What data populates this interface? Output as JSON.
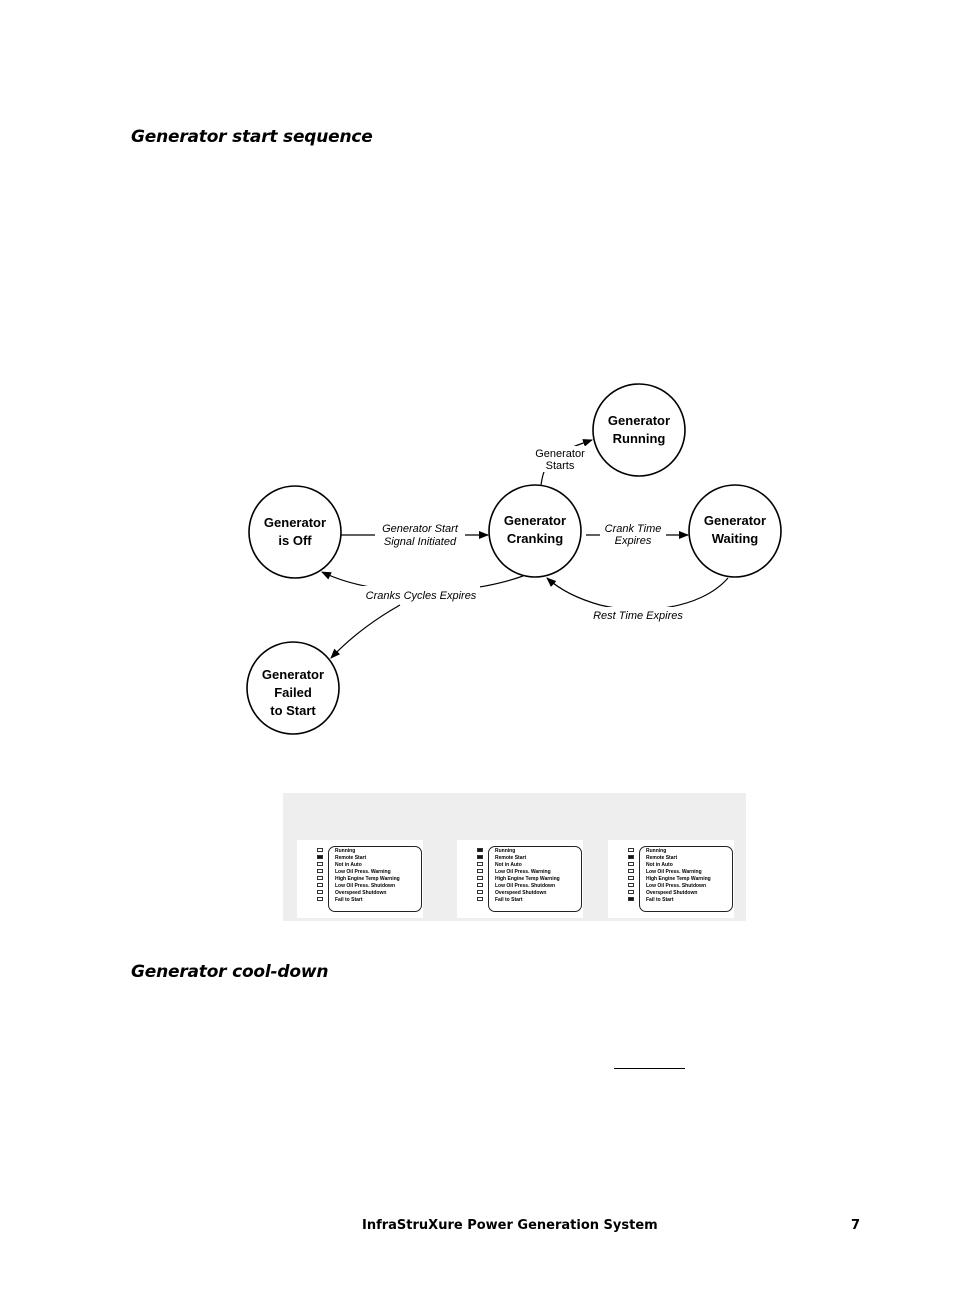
{
  "headings": {
    "start_sequence": "Generator start sequence",
    "cool_down": "Generator cool-down"
  },
  "diagram": {
    "nodes": {
      "off": [
        "Generator",
        "is Off"
      ],
      "cranking": [
        "Generator",
        "Cranking"
      ],
      "running": [
        "Generator",
        "Running"
      ],
      "waiting": [
        "Generator",
        "Waiting"
      ],
      "failed": [
        "Generator",
        "Failed",
        "to Start"
      ]
    },
    "edges": {
      "start_signal": [
        "Generator  Start",
        "Signal Initiated"
      ],
      "generator_starts": [
        "Generator",
        "Starts"
      ],
      "crank_time": [
        "Crank Time",
        "Expires"
      ],
      "crank_cycles": "Cranks Cycles Expires",
      "rest_time": "Rest Time Expires"
    }
  },
  "panels": {
    "labels": [
      "Running",
      "Remote Start",
      "Not in Auto",
      "Low Oil Press. Warning",
      "High Engine Temp Warning",
      "Low Oil Press. Shutdown",
      "Overspeed Shutdown",
      "Fail to Start"
    ],
    "states": [
      [
        false,
        true,
        false,
        false,
        false,
        false,
        false,
        false
      ],
      [
        true,
        true,
        false,
        false,
        false,
        false,
        false,
        false
      ],
      [
        false,
        true,
        false,
        false,
        false,
        false,
        false,
        true
      ]
    ]
  },
  "footer": {
    "title": "InfraStruXure Power Generation System",
    "page": "7"
  }
}
